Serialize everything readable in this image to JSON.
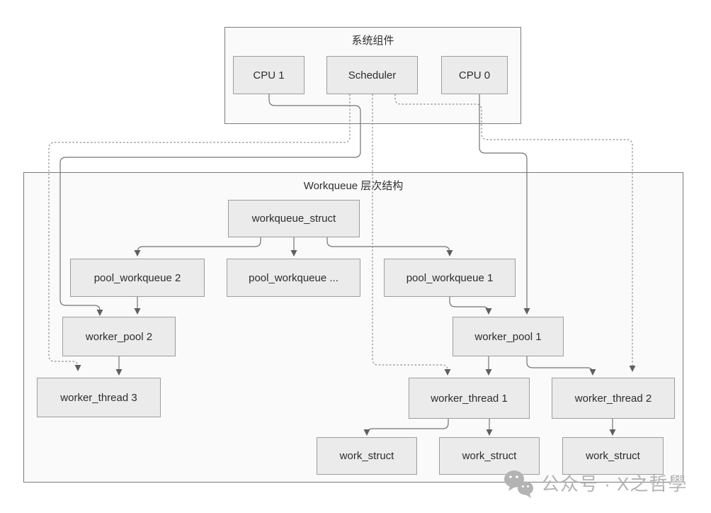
{
  "containers": {
    "system": {
      "title": "系统组件"
    },
    "workqueue": {
      "title": "Workqueue 层次结构"
    }
  },
  "nodes": {
    "cpu1": {
      "label": "CPU 1"
    },
    "scheduler": {
      "label": "Scheduler"
    },
    "cpu0": {
      "label": "CPU 0"
    },
    "workqueue_struct": {
      "label": "workqueue_struct"
    },
    "pool_workqueue_2": {
      "label": "pool_workqueue 2"
    },
    "pool_workqueue_n": {
      "label": "pool_workqueue ..."
    },
    "pool_workqueue_1": {
      "label": "pool_workqueue 1"
    },
    "worker_pool_2": {
      "label": "worker_pool 2"
    },
    "worker_pool_1": {
      "label": "worker_pool 1"
    },
    "worker_thread_3": {
      "label": "worker_thread 3"
    },
    "worker_thread_1": {
      "label": "worker_thread 1"
    },
    "worker_thread_2": {
      "label": "worker_thread 2"
    },
    "work_struct_a": {
      "label": "work_struct"
    },
    "work_struct_b": {
      "label": "work_struct"
    },
    "work_struct_c": {
      "label": "work_struct"
    }
  },
  "edges": [
    {
      "from": "CPU 1",
      "to": "worker_pool 2",
      "style": "solid"
    },
    {
      "from": "CPU 0",
      "to": "worker_pool 1",
      "style": "solid"
    },
    {
      "from": "Scheduler",
      "to": "worker_thread 3",
      "style": "dotted"
    },
    {
      "from": "Scheduler",
      "to": "worker_thread 1",
      "style": "dotted"
    },
    {
      "from": "Scheduler",
      "to": "worker_thread 2",
      "style": "dotted"
    },
    {
      "from": "workqueue_struct",
      "to": "pool_workqueue 2",
      "style": "solid"
    },
    {
      "from": "workqueue_struct",
      "to": "pool_workqueue ...",
      "style": "solid"
    },
    {
      "from": "workqueue_struct",
      "to": "pool_workqueue 1",
      "style": "solid"
    },
    {
      "from": "pool_workqueue 2",
      "to": "worker_pool 2",
      "style": "solid"
    },
    {
      "from": "pool_workqueue 1",
      "to": "worker_pool 1",
      "style": "solid"
    },
    {
      "from": "worker_pool 2",
      "to": "worker_thread 3",
      "style": "solid"
    },
    {
      "from": "worker_pool 1",
      "to": "worker_thread 1",
      "style": "solid"
    },
    {
      "from": "worker_pool 1",
      "to": "worker_thread 2",
      "style": "solid"
    },
    {
      "from": "worker_thread 1",
      "to": "work_struct (left)",
      "style": "solid"
    },
    {
      "from": "worker_thread 1",
      "to": "work_struct (middle)",
      "style": "solid"
    },
    {
      "from": "worker_thread 2",
      "to": "work_struct (right)",
      "style": "solid"
    }
  ],
  "watermark": {
    "icon": "wechat-icon",
    "text": "公众号 · X之哲學"
  },
  "colors": {
    "node_fill": "#ebebeb",
    "node_border": "#9d9d9d",
    "container_fill": "#fafafa",
    "container_border": "#7c7c7c",
    "solid_edge": "#737373",
    "dotted_edge": "#8c8c8c",
    "text": "#2d2d2d",
    "watermark": "#b3b3b3"
  }
}
